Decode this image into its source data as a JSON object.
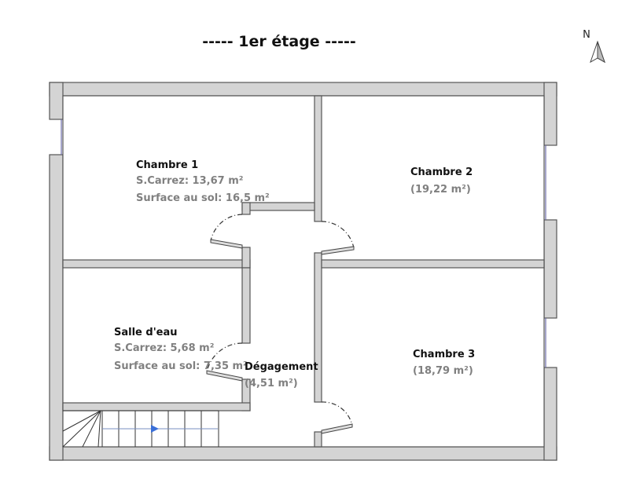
{
  "title": "-----  1er étage  -----",
  "north_label": "N",
  "colors": {
    "wall": "#d4d4d4",
    "window": "#6a6aa8",
    "stair_arrow": "#3a6fd8"
  },
  "rooms": [
    {
      "name": "Chambre 1",
      "lines": [
        "S.Carrez: 13,67 m²",
        "Surface au sol: 16,5 m²"
      ]
    },
    {
      "name": "Chambre 2",
      "lines": [
        "(19,22 m²)"
      ]
    },
    {
      "name": "Salle d'eau",
      "lines": [
        "S.Carrez: 5,68 m²",
        "Surface au sol: 7,35 m²"
      ]
    },
    {
      "name": "Dégagement",
      "lines": [
        "(4,51 m²)"
      ]
    },
    {
      "name": "Chambre 3",
      "lines": [
        "(18,79 m²)"
      ]
    }
  ]
}
